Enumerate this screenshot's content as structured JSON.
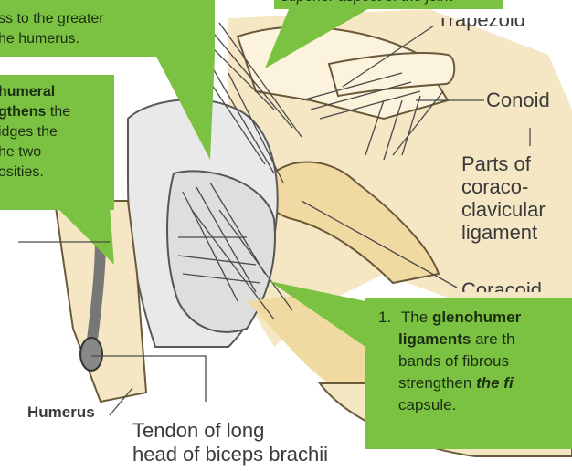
{
  "colors": {
    "callout_green": "#7cc242",
    "bone": "#f5e7c4",
    "bone_shade": "#e8c98a",
    "ligament": "#e4e4e4",
    "ink": "#3a3a3a"
  },
  "callouts": {
    "top_left": {
      "line1": "ss to the greater",
      "line2": "he humerus."
    },
    "left": {
      "line1_bold": "humeral",
      "line2_bold": "gthens",
      "line2_rest": " the",
      "line3": "idges the",
      "line4": "he two",
      "line5": "osities."
    },
    "top_center": {
      "line1": "superior aspect of the joint"
    },
    "bottom_right": {
      "number": "1.",
      "l1_pre": "The ",
      "l1_bold": "glenohumer",
      "l2_bold": "ligaments",
      "l2_rest": " are th",
      "l3": "bands of fibrous",
      "l4_pre": "strengthen ",
      "l4_bi": "the fi",
      "l5": "capsule."
    }
  },
  "labels": {
    "trapezoid": "Trapezoid",
    "conoid": "Conoid",
    "parts_1": "Parts of",
    "parts_2": "coraco-",
    "parts_3": "clavicular",
    "parts_4": "ligament",
    "coracoid": "Coracoid",
    "humerus": "Humerus",
    "tendon_1": "Tendon of long",
    "tendon_2": "head of biceps brachii"
  }
}
